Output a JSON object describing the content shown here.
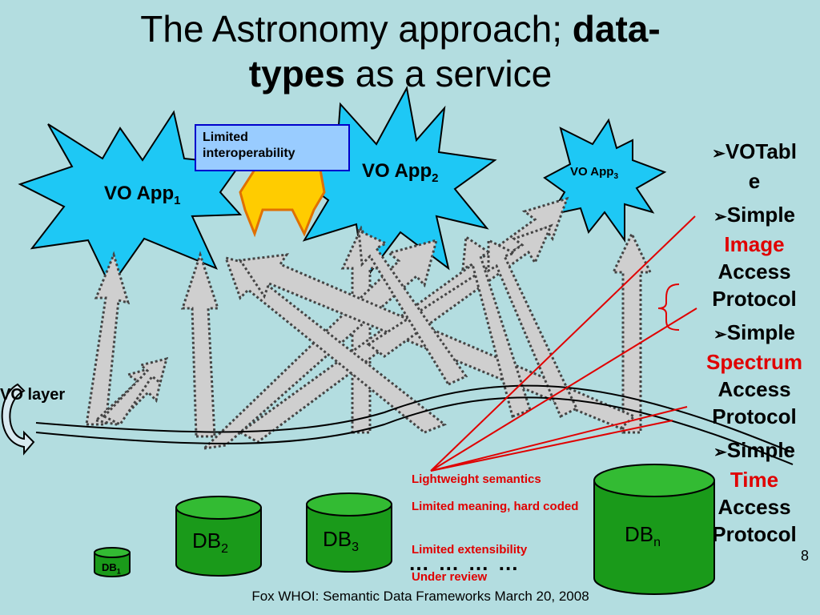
{
  "title": {
    "part1": "The Astronomy approach; ",
    "bold1": "data-",
    "bold2": "types",
    "part2": " as a service"
  },
  "apps": [
    {
      "label": "VO App",
      "sub": "1"
    },
    {
      "label": "VO App",
      "sub": "2"
    },
    {
      "label": "VO App",
      "sub": "3"
    }
  ],
  "callout": "Limited interoperability",
  "layer_label": "VO layer",
  "databases": [
    {
      "label": "DB",
      "sub": "1"
    },
    {
      "label": "DB",
      "sub": "2"
    },
    {
      "label": "DB",
      "sub": "3"
    },
    {
      "label": "DB",
      "sub": "n"
    }
  ],
  "ellipsis": "… … … …",
  "notes": [
    "Lightweight semantics",
    "Limited meaning, hard coded",
    "Limited extensibility",
    "Under review"
  ],
  "bullets": [
    {
      "lines": [
        "VOTabl",
        "e"
      ],
      "highlight": ""
    },
    {
      "pre": "Simple",
      "highlight": "Image",
      "post": [
        "Access",
        "Protocol"
      ]
    },
    {
      "pre": "Simple",
      "highlight": "Spectrum",
      "post": [
        "Access",
        "Protocol"
      ]
    },
    {
      "pre": "Simple",
      "highlight": "Time",
      "post": [
        "Access",
        "Protocol"
      ]
    }
  ],
  "bullet_marker": "➢",
  "footer": "Fox WHOI: Semantic Data Frameworks March 20, 2008",
  "page_number": "8",
  "colors": {
    "background": "#b3dde0",
    "starburst": "#1ec8f5",
    "db_green": "#1a9a1a",
    "red": "#e00000",
    "callout_bg": "#99ccff",
    "arrow_grey": "#cfcfcf"
  }
}
